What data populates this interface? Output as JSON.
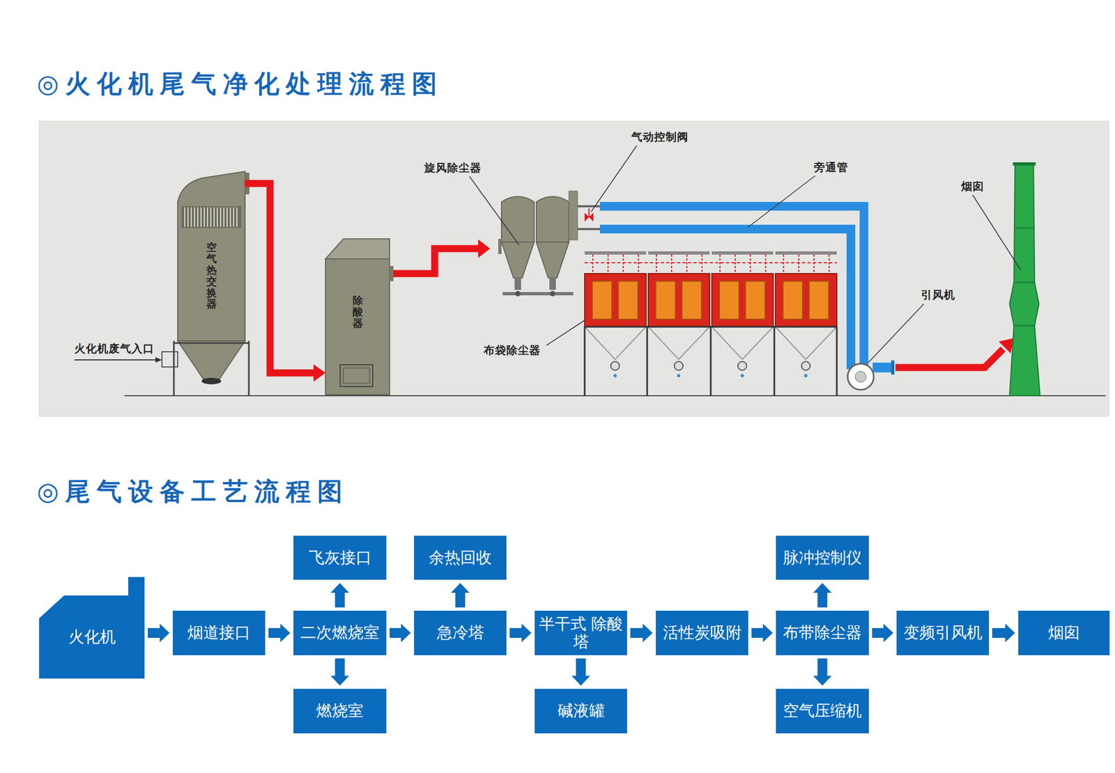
{
  "diagram": {
    "title": "◎火化机尾气净化处理流程图",
    "nodes": [
      {
        "text": [
          "空气热交换器"
        ]
      },
      {
        "text": [
          "除酸器"
        ]
      },
      {
        "text": [
          "火化机"
        ]
      },
      {
        "text": [
          "烟道接口"
        ]
      },
      {
        "text": [
          "飞灰接口"
        ]
      },
      {
        "text": [
          "二次燃烧室"
        ]
      },
      {
        "text": [
          "燃烧室"
        ]
      },
      {
        "text": [
          "余热回收"
        ]
      },
      {
        "text": [
          "急冷塔"
        ]
      },
      {
        "text": [
          "半干式 除酸塔"
        ]
      },
      {
        "text": [
          "碱液罐"
        ]
      },
      {
        "text": [
          "活性炭吸附"
        ]
      },
      {
        "text": [
          "脉冲控制仪"
        ]
      },
      {
        "text": [
          "布带除尘器"
        ]
      },
      {
        "text": [
          "空气压缩机"
        ]
      },
      {
        "text": [
          "变频引风机"
        ]
      },
      {
        "text": [
          "烟囱"
        ]
      }
    ],
    "edges": [
      {
        "from": 0,
        "to": 1,
        "arrow": "to"
      },
      {
        "from": 2,
        "to": 3,
        "arrow": "to"
      },
      {
        "from": 3,
        "to": 5,
        "arrow": "to"
      },
      {
        "from": 5,
        "to": 4,
        "arrow": "to"
      },
      {
        "from": 5,
        "to": 6,
        "arrow": "to"
      },
      {
        "from": 5,
        "to": 8,
        "arrow": "to"
      },
      {
        "from": 8,
        "to": 7,
        "arrow": "to"
      },
      {
        "from": 8,
        "to": 9,
        "arrow": "to"
      },
      {
        "from": 9,
        "to": 10,
        "arrow": "to"
      },
      {
        "from": 9,
        "to": 11,
        "arrow": "to"
      },
      {
        "from": 11,
        "to": 13,
        "arrow": "to"
      },
      {
        "from": 13,
        "to": 12,
        "arrow": "to"
      },
      {
        "from": 13,
        "to": 14,
        "arrow": "to"
      },
      {
        "from": 13,
        "to": 15,
        "arrow": "to"
      },
      {
        "from": 15,
        "to": 16,
        "arrow": "to"
      }
    ],
    "labels": [
      "火化机废气入口",
      "旋风除尘器",
      "气动控制阀",
      "旁通管",
      "布袋除尘器",
      "引风机",
      "烟囱",
      "◎尾气设备工艺流程图"
    ]
  }
}
